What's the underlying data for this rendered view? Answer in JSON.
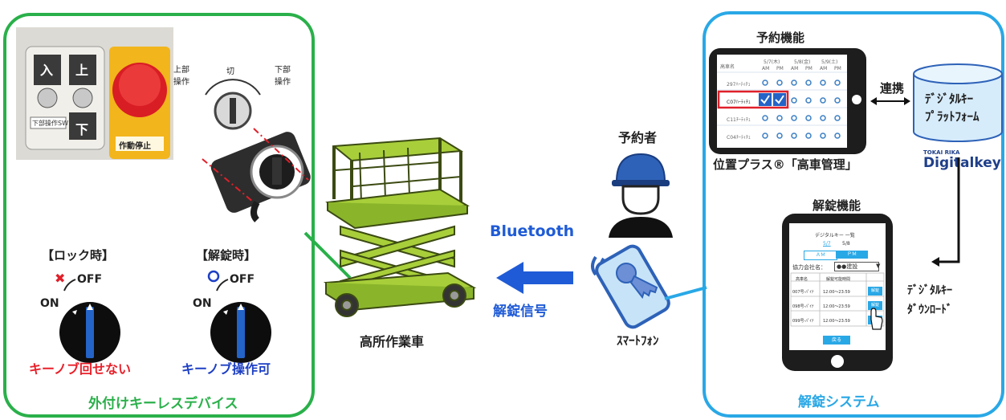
{
  "left_panel": {
    "title": "外付けキーレスデバイス",
    "photo": {
      "in_label": "入",
      "up_label": "上",
      "down_label": "下",
      "switch_plate": "下部操作SW",
      "stop_label": "作動停止",
      "upper_op": "上部\n操作",
      "off_label": "切",
      "lower_op": "下部\n操作"
    },
    "lock": {
      "heading": "【ロック時】",
      "off": "OFF",
      "on": "ON",
      "caption": "キーノブ回せない",
      "caption_color": "#e8202a"
    },
    "unlock": {
      "heading": "【解錠時】",
      "off": "OFF",
      "on": "ON",
      "caption": "キーノブ操作可",
      "caption_color": "#1d3fc4"
    }
  },
  "middle": {
    "lift_label": "高所作業車",
    "bluetooth_label": "Bluetooth",
    "signal_label": "解錠信号",
    "reserver_label": "予約者",
    "smartphone_label": "ｽﾏｰﾄﾌｫﾝ",
    "accent_color": "#1f5bd6"
  },
  "right_panel": {
    "title": "解錠システム",
    "reservation": {
      "heading": "予約機能",
      "caption": "位置プラス®「高車管理」",
      "table_header": [
        "高車名",
        "5/7(木)",
        "5/8(金)",
        "5/9(土)"
      ],
      "table_sub": [
        "AM",
        "PM",
        "AM",
        "PM",
        "AM",
        "PM"
      ],
      "rows": [
        "297ﾊｰﾃｨﾁｭ",
        "C07ﾊｰﾃｨﾁｭ",
        "C11ﾁｰﾃｨﾁｭ",
        "C04ﾁｰﾃｨﾁｭ"
      ]
    },
    "link_label": "連携",
    "platform_label": "ﾃﾞｼﾞﾀﾙｷｰ\nﾌﾟﾗｯﾄﾌｫｰﾑ",
    "brand_small": "TOKAI RIKA",
    "brand": "Digitalkey",
    "unlock_heading": "解錠機能",
    "download_label": "ﾃﾞｼﾞﾀﾙｷｰ\nﾀﾞｳﾝﾛｰﾄﾞ",
    "phone": {
      "title": "デジタルキー 一覧",
      "date1": "5/7",
      "date2": "5/8",
      "am": "ＡＭ",
      "pm": "ＰＭ",
      "company_label": "協力会社名：",
      "company_value": "●●建設",
      "col1": "高車名",
      "col2": "解錠可能時間",
      "rows": [
        {
          "name": "007号-ﾊﾟｲﾅ",
          "time": "12:00～23:59",
          "btn": "解錠"
        },
        {
          "name": "098号-ﾊﾟｲﾅ",
          "time": "12:00～23:59",
          "btn": "解錠"
        },
        {
          "name": "099号-ﾊﾟｲﾅ",
          "time": "12:00～23:59",
          "btn": "解錠"
        }
      ],
      "back": "戻る"
    },
    "border_color": "#29a8e6"
  }
}
